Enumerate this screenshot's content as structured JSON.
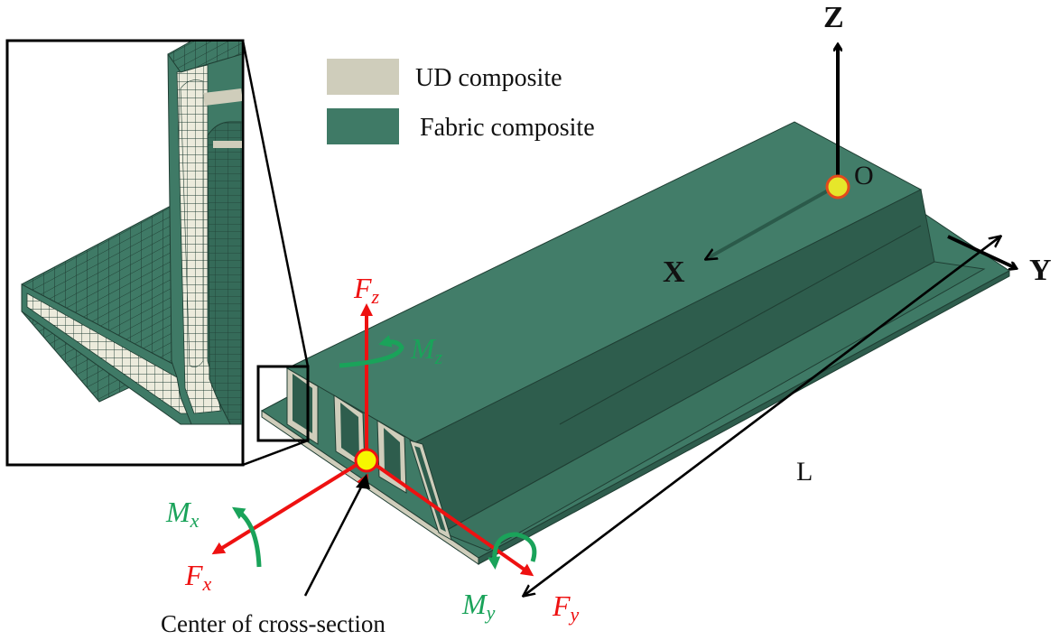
{
  "figure": {
    "title": "Composite stiffened panel with cross-section loads",
    "colors": {
      "ud_composite": "#cfcdbb",
      "fabric_composite": "#3f7a66",
      "fabric_dark": "#2e5d4d",
      "force": "#ee1111",
      "moment": "#1aa35a",
      "center_point": "#f6f600",
      "axis": "#000000"
    }
  },
  "legend": {
    "items": [
      {
        "label": "UD composite",
        "color": "#cfcdbb"
      },
      {
        "label": "Fabric composite",
        "color": "#3f7a66"
      }
    ]
  },
  "global_axes": {
    "origin": "O",
    "x": "X",
    "y": "Y",
    "z": "Z"
  },
  "dimension": {
    "length_label": "L"
  },
  "loads": {
    "forces": [
      {
        "symbol": "F",
        "subscript": "z"
      },
      {
        "symbol": "F",
        "subscript": "x"
      },
      {
        "symbol": "F",
        "subscript": "y"
      }
    ],
    "moments": [
      {
        "symbol": "M",
        "subscript": "z"
      },
      {
        "symbol": "M",
        "subscript": "x"
      },
      {
        "symbol": "M",
        "subscript": "y"
      }
    ]
  },
  "annotations": {
    "center_label": "Center of cross-section"
  },
  "inset": {
    "description": "Zoomed mesh detail of stiffener root"
  }
}
